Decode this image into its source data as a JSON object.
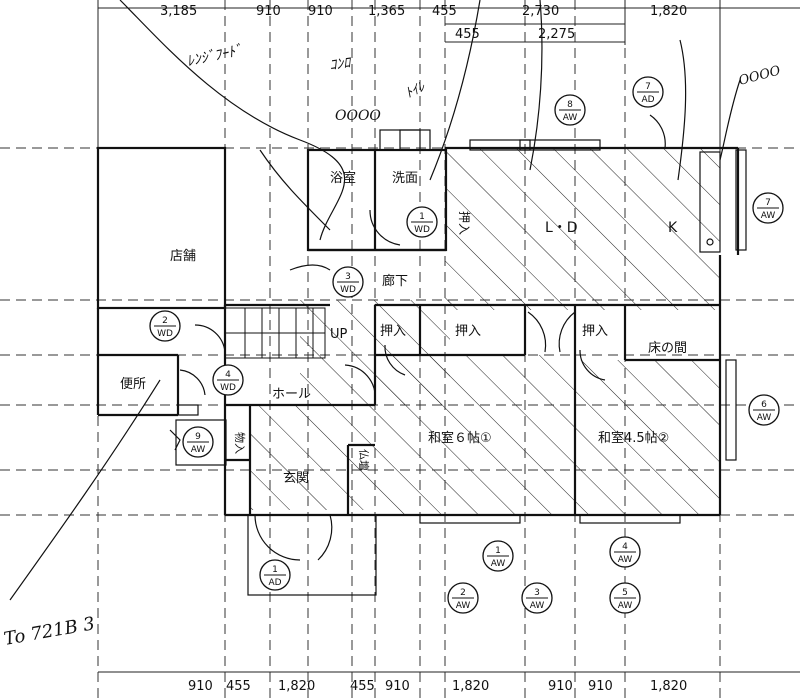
{
  "dims_top": [
    "3,185",
    "910",
    "910",
    "1,365",
    "455",
    "2,730",
    "1,820"
  ],
  "dims_top2": [
    "455",
    "2,275"
  ],
  "dims_bottom": [
    "910",
    "455",
    "1,820",
    "455",
    "910",
    "1,820",
    "910",
    "910",
    "1,820"
  ],
  "rooms": {
    "bath": "浴室",
    "wash": "洗面",
    "shop": "店舗",
    "ld": "L・D",
    "k": "K",
    "corridor": "廊下",
    "up": "UP",
    "oshiire1": "押入",
    "oshiire2": "押入",
    "oshiire3": "押入",
    "oshiire4": "押入",
    "tokonoma": "床の間",
    "toilet": "便所",
    "hall": "ホール",
    "monoire": "物入",
    "washitsu6": "和室６帖①",
    "washitsu45": "和室4.5帖②",
    "genkan": "玄関",
    "butsudan": "仏壇"
  },
  "tags": [
    {
      "num": "8",
      "code": "AW"
    },
    {
      "num": "7",
      "code": "AD"
    },
    {
      "num": "7",
      "code": "AW"
    },
    {
      "num": "1",
      "code": "WD"
    },
    {
      "num": "3",
      "code": "WD"
    },
    {
      "num": "2",
      "code": "WD"
    },
    {
      "num": "4",
      "code": "WD"
    },
    {
      "num": "9",
      "code": "AW"
    },
    {
      "num": "6",
      "code": "AW"
    },
    {
      "num": "1",
      "code": "AW"
    },
    {
      "num": "4",
      "code": "AW"
    },
    {
      "num": "2",
      "code": "AW"
    },
    {
      "num": "3",
      "code": "AW"
    },
    {
      "num": "5",
      "code": "AW"
    },
    {
      "num": "1",
      "code": "AD"
    }
  ],
  "handwritten": {
    "note1": "ﾚﾝｼﾞﾌｰﾄﾞ",
    "note2": "ｺﾝﾛ",
    "note3": "OOOO",
    "note4": "ﾄｲﾚ",
    "note5": "OOOO",
    "note6": "To 721B 3"
  }
}
